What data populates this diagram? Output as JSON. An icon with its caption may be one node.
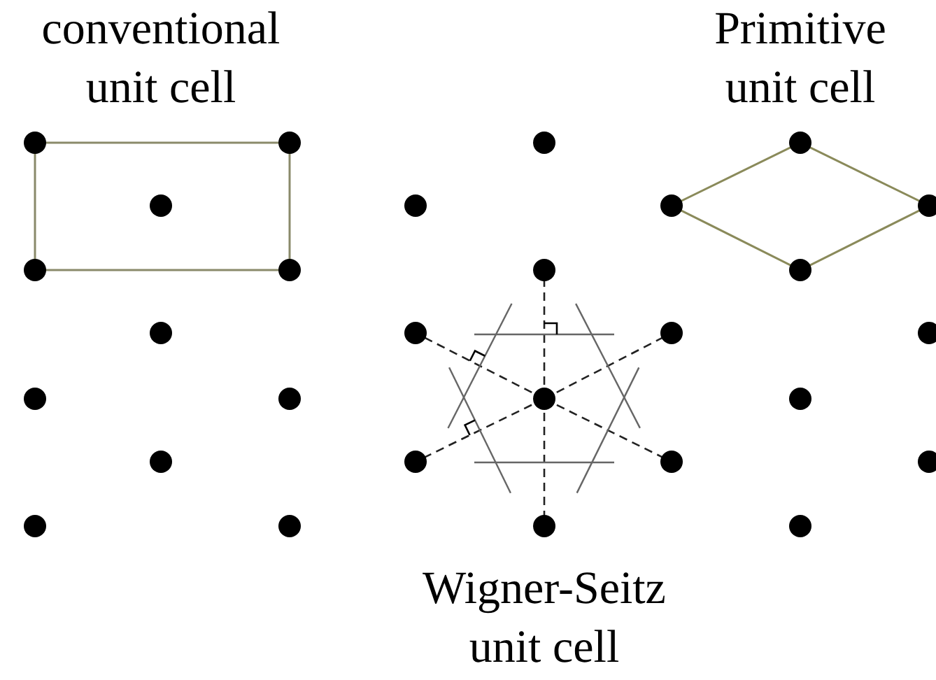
{
  "diagram": {
    "labels": [
      "conventional unit cell",
      "Primitive unit cell",
      "Wigner-Seitz unit cell"
    ]
  }
}
